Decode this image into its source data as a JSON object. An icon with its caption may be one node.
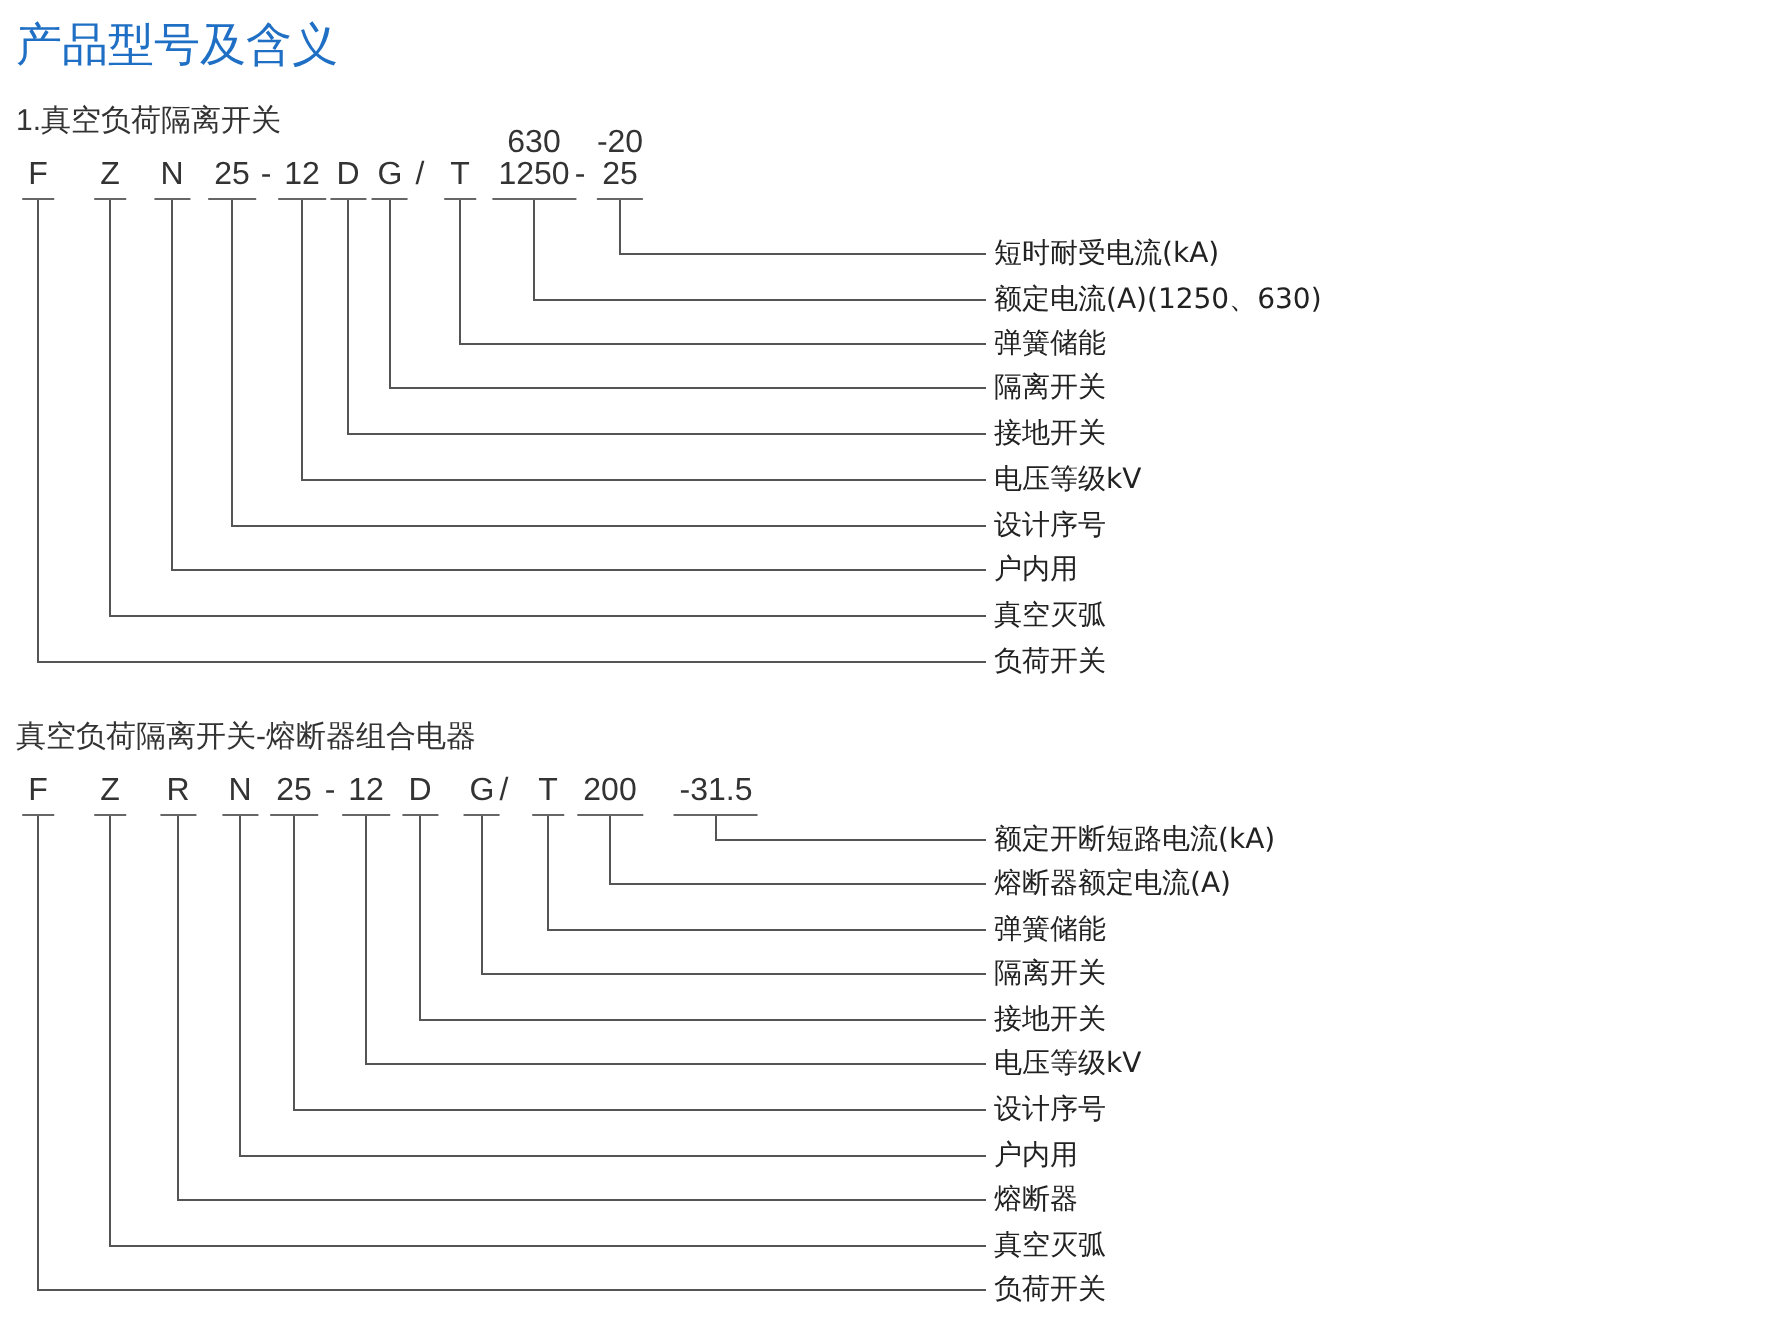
{
  "diagram": {
    "title": "产品型号及含义",
    "nodes": [
      {
        "text": [
          "F"
        ]
      },
      {
        "text": [
          "Z"
        ]
      },
      {
        "text": [
          "N"
        ]
      },
      {
        "text": [
          "25"
        ]
      },
      {
        "text": [
          "12"
        ]
      },
      {
        "text": [
          "D"
        ]
      },
      {
        "text": [
          "G"
        ]
      },
      {
        "text": [
          "T"
        ]
      },
      {
        "text": [
          "630",
          "1250"
        ]
      },
      {
        "text": [
          "-20",
          "25"
        ]
      },
      {
        "text": [
          "短时耐受电流(kA)"
        ]
      },
      {
        "text": [
          "额定电流(A)(1250、630)"
        ]
      },
      {
        "text": [
          "弹簧储能"
        ]
      },
      {
        "text": [
          "隔离开关"
        ]
      },
      {
        "text": [
          "接地开关"
        ]
      },
      {
        "text": [
          "电压等级kV"
        ]
      },
      {
        "text": [
          "设计序号"
        ]
      },
      {
        "text": [
          "户内用"
        ]
      },
      {
        "text": [
          "真空灭弧"
        ]
      },
      {
        "text": [
          "负荷开关"
        ]
      },
      {
        "text": [
          "F"
        ]
      },
      {
        "text": [
          "Z"
        ]
      },
      {
        "text": [
          "R"
        ]
      },
      {
        "text": [
          "N"
        ]
      },
      {
        "text": [
          "25"
        ]
      },
      {
        "text": [
          "12"
        ]
      },
      {
        "text": [
          "D"
        ]
      },
      {
        "text": [
          "G"
        ]
      },
      {
        "text": [
          "T"
        ]
      },
      {
        "text": [
          "200"
        ]
      },
      {
        "text": [
          "-31.5"
        ]
      },
      {
        "text": [
          "额定开断短路电流(kA)"
        ]
      },
      {
        "text": [
          "熔断器额定电流(A)"
        ]
      },
      {
        "text": [
          "弹簧储能"
        ]
      },
      {
        "text": [
          "隔离开关"
        ]
      },
      {
        "text": [
          "接地开关"
        ]
      },
      {
        "text": [
          "电压等级kV"
        ]
      },
      {
        "text": [
          "设计序号"
        ]
      },
      {
        "text": [
          "户内用"
        ]
      },
      {
        "text": [
          "熔断器"
        ]
      },
      {
        "text": [
          "真空灭弧"
        ]
      },
      {
        "text": [
          "负荷开关"
        ]
      }
    ],
    "edges": [
      {
        "from": 9,
        "to": 10,
        "arrow": "none"
      },
      {
        "from": 8,
        "to": 11,
        "arrow": "none"
      },
      {
        "from": 7,
        "to": 12,
        "arrow": "none"
      },
      {
        "from": 6,
        "to": 13,
        "arrow": "none"
      },
      {
        "from": 5,
        "to": 14,
        "arrow": "none"
      },
      {
        "from": 4,
        "to": 15,
        "arrow": "none"
      },
      {
        "from": 3,
        "to": 16,
        "arrow": "none"
      },
      {
        "from": 2,
        "to": 17,
        "arrow": "none"
      },
      {
        "from": 1,
        "to": 18,
        "arrow": "none"
      },
      {
        "from": 0,
        "to": 19,
        "arrow": "none"
      },
      {
        "from": 30,
        "to": 31,
        "arrow": "none"
      },
      {
        "from": 29,
        "to": 32,
        "arrow": "none"
      },
      {
        "from": 28,
        "to": 33,
        "arrow": "none"
      },
      {
        "from": 27,
        "to": 34,
        "arrow": "none"
      },
      {
        "from": 26,
        "to": 35,
        "arrow": "none"
      },
      {
        "from": 25,
        "to": 36,
        "arrow": "none"
      },
      {
        "from": 24,
        "to": 37,
        "arrow": "none"
      },
      {
        "from": 23,
        "to": 38,
        "arrow": "none"
      },
      {
        "from": 22,
        "to": 39,
        "arrow": "none"
      },
      {
        "from": 21,
        "to": 40,
        "arrow": "none"
      },
      {
        "from": 20,
        "to": 41,
        "arrow": "none"
      }
    ],
    "labels": [
      "1.真空负荷隔离开关",
      "-",
      "/",
      "-",
      "真空负荷隔离开关-熔断器组合电器",
      "-",
      "/"
    ]
  }
}
